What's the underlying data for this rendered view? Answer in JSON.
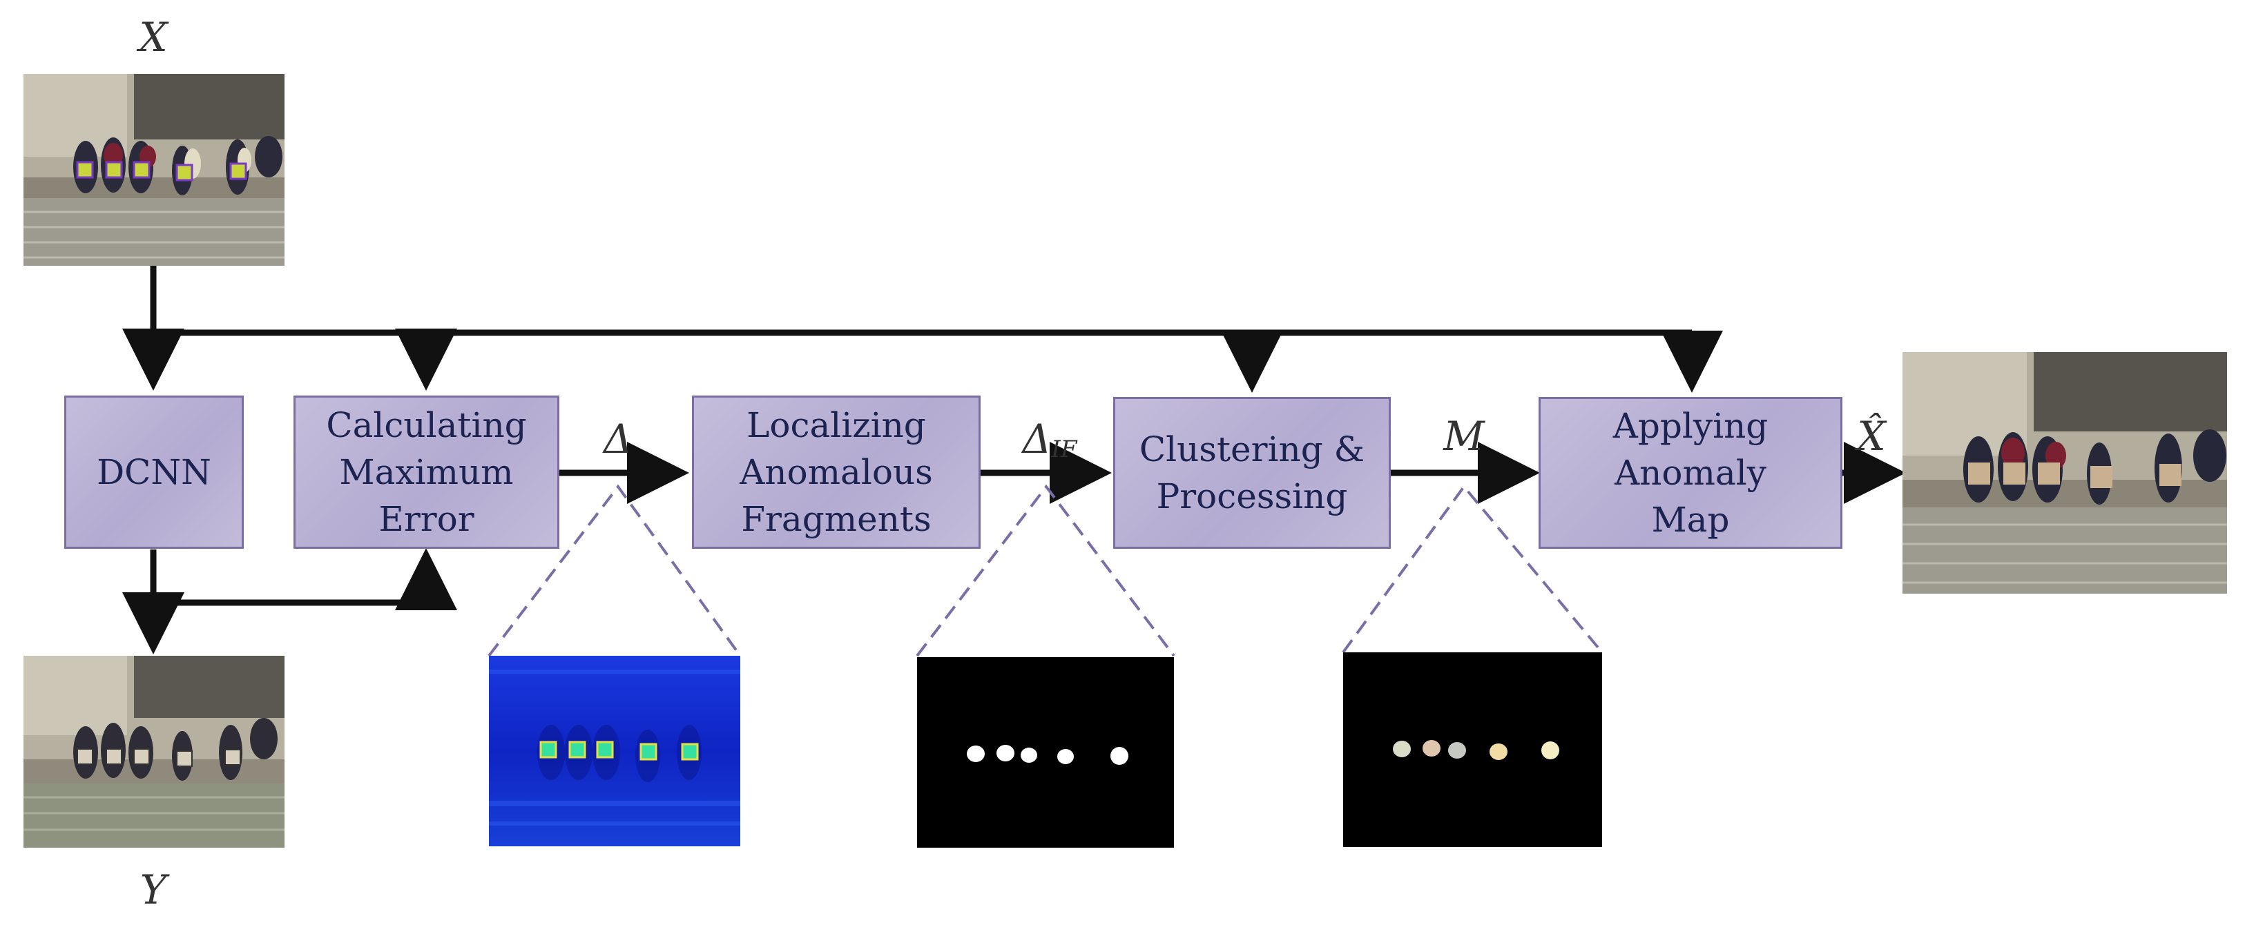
{
  "inputs": {
    "x_label": "X",
    "y_label": "Y",
    "output_label": "X̂"
  },
  "blocks": [
    {
      "id": "dcnn",
      "label": "DCNN"
    },
    {
      "id": "max-error",
      "label": "Calculating\nMaximum\nError"
    },
    {
      "id": "localizing",
      "label": "Localizing\nAnomalous\nFragments"
    },
    {
      "id": "clustering",
      "label": "Clustering &\nProcessing"
    },
    {
      "id": "applying",
      "label": "Applying\nAnomaly\nMap"
    }
  ],
  "signals": {
    "delta": "Δ",
    "delta_if_main": "Δ",
    "delta_if_sub": "IF",
    "m": "M"
  },
  "colors": {
    "block_fill": "#b9b2d5",
    "block_border": "#7b6ea6",
    "block_text": "#1c2350",
    "arrow": "#111111",
    "dashed": "#7b6ea6",
    "heatmap": "#1133dd",
    "mask_bg": "#000000"
  }
}
